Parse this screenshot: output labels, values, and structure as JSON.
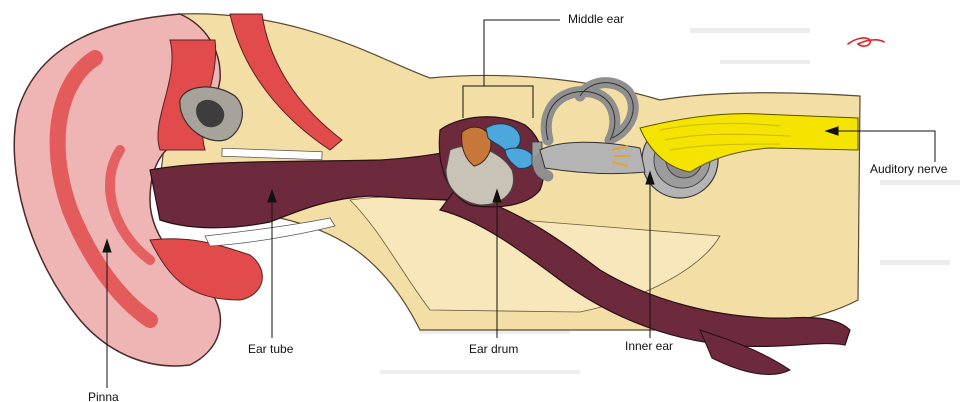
{
  "labels": {
    "pinna": "Pinna",
    "ear_tube": "Ear tube",
    "middle_ear": "Middle ear",
    "ear_drum": "Ear drum",
    "inner_ear": "Inner ear",
    "auditory_nerve": "Auditory nerve"
  },
  "colors": {
    "skin_beige": "#f3dfa6",
    "pinna_pink": "#efb4b4",
    "cartilage_red": "#e24b4b",
    "canal_maroon": "#6d2a3c",
    "ossicle_blue": "#4ba7dc",
    "ossicle_orange": "#c8773a",
    "drum_grey": "#c9c2b6",
    "cochlea_grey": "#8f8f8f",
    "nerve_yellow": "#f5e400"
  }
}
